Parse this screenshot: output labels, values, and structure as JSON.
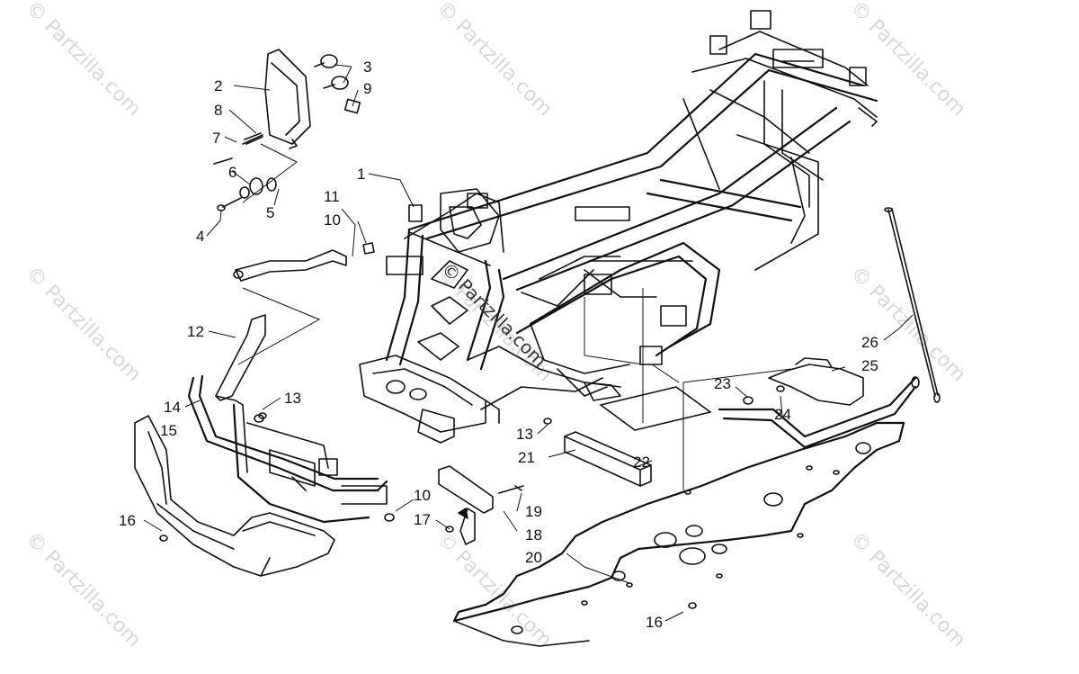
{
  "watermark": {
    "text": "© Partzilla.com"
  },
  "callouts": [
    {
      "id": "c1",
      "label": "1"
    },
    {
      "id": "c2",
      "label": "2"
    },
    {
      "id": "c3",
      "label": "3"
    },
    {
      "id": "c4",
      "label": "4"
    },
    {
      "id": "c5",
      "label": "5"
    },
    {
      "id": "c6",
      "label": "6"
    },
    {
      "id": "c7",
      "label": "7"
    },
    {
      "id": "c8",
      "label": "8"
    },
    {
      "id": "c9",
      "label": "9"
    },
    {
      "id": "c10a",
      "label": "10"
    },
    {
      "id": "c10b",
      "label": "10"
    },
    {
      "id": "c11",
      "label": "11"
    },
    {
      "id": "c12",
      "label": "12"
    },
    {
      "id": "c13a",
      "label": "13"
    },
    {
      "id": "c13b",
      "label": "13"
    },
    {
      "id": "c14",
      "label": "14"
    },
    {
      "id": "c15",
      "label": "15"
    },
    {
      "id": "c16a",
      "label": "16"
    },
    {
      "id": "c16b",
      "label": "16"
    },
    {
      "id": "c17",
      "label": "17"
    },
    {
      "id": "c18",
      "label": "18"
    },
    {
      "id": "c19",
      "label": "19"
    },
    {
      "id": "c20",
      "label": "20"
    },
    {
      "id": "c21",
      "label": "21"
    },
    {
      "id": "c22",
      "label": "22"
    },
    {
      "id": "c23",
      "label": "23"
    },
    {
      "id": "c24",
      "label": "24"
    },
    {
      "id": "c25",
      "label": "25"
    },
    {
      "id": "c26",
      "label": "26"
    }
  ]
}
